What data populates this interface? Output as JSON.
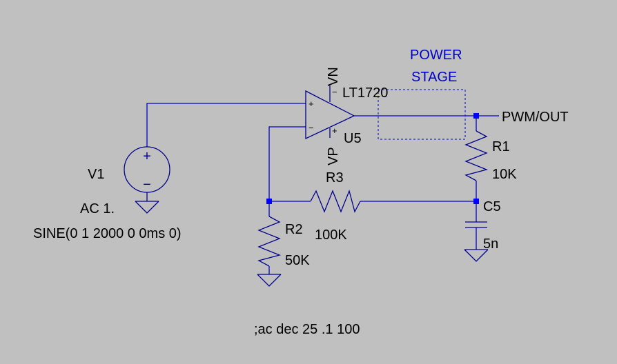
{
  "colors": {
    "background": "#c0c0c0",
    "wire": "#0000cc",
    "component": "#00008b",
    "node": "#0000ff",
    "text": "#000000",
    "annotation": "#0000cc"
  },
  "components": {
    "v1": {
      "name": "V1",
      "ac": "AC 1.",
      "value": "SINE(0 1 2000 0 0ms 0)",
      "plus": "+",
      "minus": "−"
    },
    "opamp": {
      "model": "LT1720",
      "ref": "U5",
      "vn": "VN",
      "vp": "VP",
      "in_plus": "+",
      "in_minus": "−"
    },
    "r1": {
      "name": "R1",
      "value": "10K"
    },
    "r2": {
      "name": "R2",
      "value": "50K"
    },
    "r3": {
      "name": "R3",
      "value": "100K"
    },
    "c5": {
      "name": "C5",
      "value": "5n"
    }
  },
  "power_stage": {
    "line1": "POWER",
    "line2": "STAGE"
  },
  "output_label": "PWM/OUT",
  "directive": ";ac dec 25 .1 100"
}
